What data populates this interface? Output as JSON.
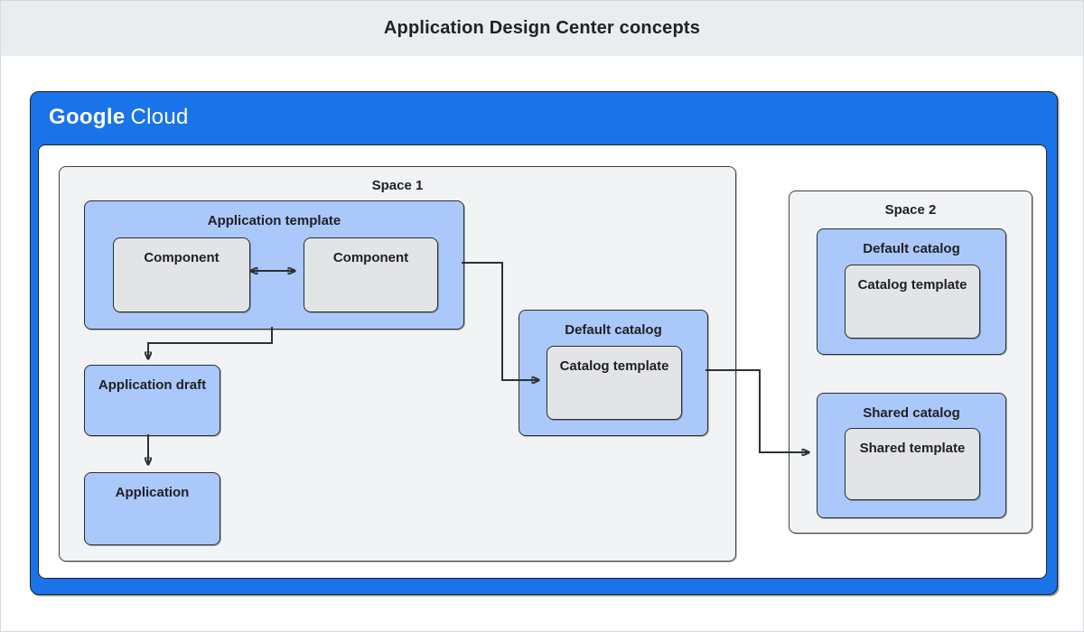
{
  "page": {
    "title": "Application Design Center concepts"
  },
  "brand": {
    "google": "Google",
    "cloud": "Cloud"
  },
  "spaces": {
    "space1": {
      "label": "Space 1"
    },
    "space2": {
      "label": "Space 2"
    }
  },
  "nodes": {
    "app_template": {
      "label": "Application template"
    },
    "component_left": {
      "label": "Component"
    },
    "component_right": {
      "label": "Component"
    },
    "app_draft": {
      "label": "Application draft"
    },
    "application": {
      "label": "Application"
    },
    "default_catalog_s1": {
      "label": "Default catalog"
    },
    "catalog_template_s1": {
      "label": "Catalog template"
    },
    "default_catalog_s2": {
      "label": "Default catalog"
    },
    "catalog_template_s2": {
      "label": "Catalog template"
    },
    "shared_catalog": {
      "label": "Shared catalog"
    },
    "shared_template": {
      "label": "Shared template"
    }
  },
  "connectors": [
    {
      "from": "component_left",
      "to": "component_right",
      "type": "bidirectional"
    },
    {
      "from": "app_template",
      "to": "app_draft",
      "type": "directed"
    },
    {
      "from": "app_draft",
      "to": "application",
      "type": "directed"
    },
    {
      "from": "app_template",
      "to": "catalog_template_s1",
      "type": "directed"
    },
    {
      "from": "default_catalog_s1",
      "to": "shared_catalog",
      "type": "directed"
    }
  ],
  "colors": {
    "google_blue": "#1a73e8",
    "node_blue": "#abc8fa",
    "node_gray": "#e2e4e6",
    "space_gray": "#f1f3f4",
    "border_dark": "#2b2e31",
    "title_bar_bg": "#e9edef",
    "text": "#202124"
  }
}
